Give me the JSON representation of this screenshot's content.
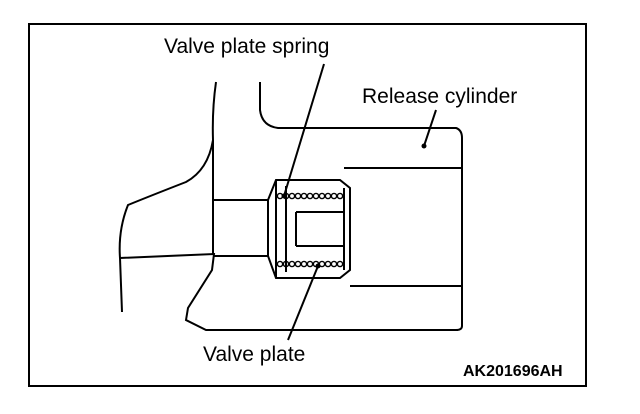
{
  "labels": {
    "valve_plate_spring": "Valve plate spring",
    "release_cylinder": "Release cylinder",
    "valve_plate": "Valve plate",
    "figure_code": "AK201696AH"
  },
  "colors": {
    "line": "#000000",
    "background": "#ffffff"
  }
}
